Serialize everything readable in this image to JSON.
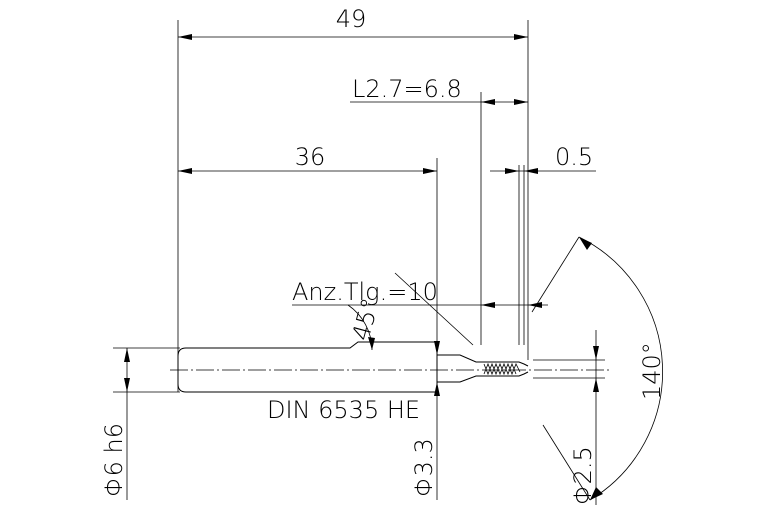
{
  "dimensions": {
    "overall_length": "49",
    "shank_length": "36",
    "thread_length": "L2.7=6.8",
    "tip_offset": "0.5",
    "thread_count": "Anz.Tlg.=10",
    "chamfer_angle": "45°",
    "point_angle": "140°",
    "shank_diameter": "Φ6 h6",
    "neck_diameter": "Φ3.3",
    "tip_diameter": "Φ2.5"
  },
  "standard": "DIN 6535 HE"
}
